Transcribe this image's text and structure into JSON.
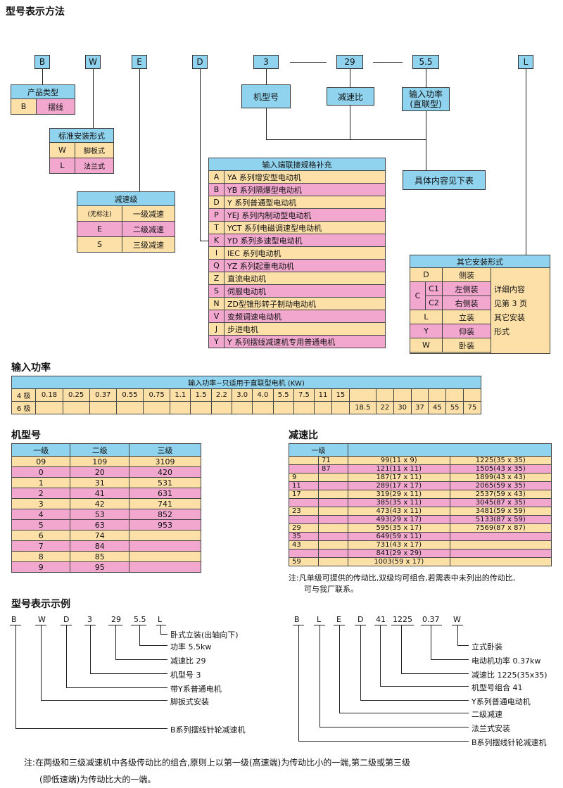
{
  "section_titles": {
    "model": "型号表示方法",
    "power": "输入功率",
    "frame": "机型号",
    "ratio": "减速比",
    "example": "型号表示示例"
  },
  "top_codes": [
    "B",
    "W",
    "E",
    "D",
    "3",
    "29",
    "5.5",
    "L"
  ],
  "product_type": {
    "title": "产品类型",
    "code": "B",
    "name": "摆线"
  },
  "mount": {
    "title": "标准安装形式",
    "rows": [
      [
        "W",
        "脚板式"
      ],
      [
        "L",
        "法兰式"
      ]
    ]
  },
  "stage": {
    "title": "减速级",
    "rows": [
      [
        "(无标注)",
        "一级减速"
      ],
      [
        "E",
        "二级减速"
      ],
      [
        "S",
        "三级减速"
      ]
    ]
  },
  "frame_box": "机型号",
  "ratio_box": "减速比",
  "power_box": [
    "输入功率",
    "(直联型)"
  ],
  "detail_box": "具体内容见下表",
  "input_spec": {
    "title": "输入端联接规格补充",
    "rows": [
      [
        "A",
        "YA 系列增安型电动机"
      ],
      [
        "B",
        "YB 系列隔爆型电动机"
      ],
      [
        "D",
        "Y 系列普通型电动机"
      ],
      [
        "P",
        "YEJ 系列内制动型电动机"
      ],
      [
        "T",
        "YCT 系列电磁调速型电动机"
      ],
      [
        "K",
        "YD 系列多速型电动机"
      ],
      [
        "I",
        "IEC 系列电动机"
      ],
      [
        "Q",
        "YZ 系列起重电动机"
      ],
      [
        "Z",
        "直流电动机"
      ],
      [
        "S",
        "伺服电动机"
      ],
      [
        "N",
        "ZD型锥形转子制动电动机"
      ],
      [
        "V",
        "变频调速电动机"
      ],
      [
        "J",
        "步进电机"
      ],
      [
        "Y",
        "Y 系列摆线减速机专用普通电机"
      ]
    ]
  },
  "other_mount": {
    "title": "其它安装形式",
    "side": "侧装",
    "c_code": "C",
    "c1": "C1",
    "c1_name": "左侧装",
    "c2": "C2",
    "c2_name": "右侧装",
    "l": "L",
    "l_name": "立装",
    "y": "Y",
    "y_name": "仰装",
    "w": "W",
    "w_name": "卧装",
    "note": [
      "详细内容",
      "见第 3 页",
      "其它安装",
      "形式"
    ]
  },
  "power_table": {
    "title": "输入功率−只适用于直联型电机 (KW)",
    "row4_label": "4 极",
    "row4": [
      "0.18",
      "0.25",
      "0.37",
      "0.55",
      "0.75",
      "1.1",
      "1.5",
      "2.2",
      "3.0",
      "4.0",
      "5.5",
      "7.5",
      "11",
      "15"
    ],
    "row6_label": "6 极",
    "row6": [
      "18.5",
      "22",
      "30",
      "37",
      "45",
      "55",
      "75"
    ]
  },
  "frame_table": {
    "headers": [
      "一级",
      "二级",
      "三级"
    ],
    "rows": [
      [
        "09",
        "109",
        "3109"
      ],
      [
        "0",
        "20",
        "420"
      ],
      [
        "1",
        "31",
        "531"
      ],
      [
        "2",
        "41",
        "631"
      ],
      [
        "3",
        "42",
        "741"
      ],
      [
        "4",
        "53",
        "852"
      ],
      [
        "5",
        "63",
        "953"
      ],
      [
        "6",
        "74",
        ""
      ],
      [
        "7",
        "84",
        ""
      ],
      [
        "8",
        "85",
        ""
      ],
      [
        "9",
        "95",
        ""
      ]
    ]
  },
  "ratio_table": {
    "header": "一级",
    "rows": [
      [
        "",
        "71",
        "99(11 x 9)",
        "1225(35 x 35)"
      ],
      [
        "",
        "87",
        "121(11 x 11)",
        "1505(43 x 35)"
      ],
      [
        "9",
        "",
        "187(17 x 11)",
        "1899(43 x 43)"
      ],
      [
        "11",
        "",
        "289(17 x 17)",
        "2065(59 x 35)"
      ],
      [
        "17",
        "",
        "319(29 x 11)",
        "2537(59 x 43)"
      ],
      [
        "",
        "",
        "385(35 x 11)",
        "3045(87 x 35)"
      ],
      [
        "23",
        "",
        "473(43 x 11)",
        "3481(59 x 59)"
      ],
      [
        "",
        "",
        "493(29 x 17)",
        "5133(87 x 59)"
      ],
      [
        "29",
        "",
        "595(35 x 17)",
        "7569(87 x 87)"
      ],
      [
        "35",
        "",
        "649(59 x 11)",
        ""
      ],
      [
        "43",
        "",
        "731(43 x 17)",
        ""
      ],
      [
        "",
        "",
        "841(29 x 29)",
        ""
      ],
      [
        "59",
        "",
        "1003(59 x 17)",
        ""
      ]
    ],
    "note": [
      "注:凡单级可提供的传动比,双级均可组合,若需表中未列出的传动比,",
      "可与我厂联系。"
    ]
  },
  "example1": {
    "codes": [
      "B",
      "W",
      "D",
      "3",
      "29",
      "5.5",
      "L"
    ],
    "labels": [
      "卧式立装(出轴向下)",
      "功率 5.5kw",
      "减速比 29",
      "机型号 3",
      "带Y系普通电机",
      "脚扳式安装",
      "B系列摆线针轮减速机"
    ]
  },
  "example2": {
    "codes": [
      "B",
      "L",
      "E",
      "D",
      "41",
      "1225",
      "0.37",
      "W"
    ],
    "labels": [
      "立式卧装",
      "电动机功率 0.37kw",
      "减速比 1225(35x35)",
      "机型号组合 41",
      "Y系列普通电动机",
      "二级减速",
      "法兰式安装",
      "B系列摆线针轮减速机"
    ]
  },
  "footnote": [
    "注:在两级和三级减速机中各级传动比的组合,原则上以第一级(高速端)为传动比小的一端,第二级或第三级",
    "(即低速端)为传动比大的一端。"
  ]
}
